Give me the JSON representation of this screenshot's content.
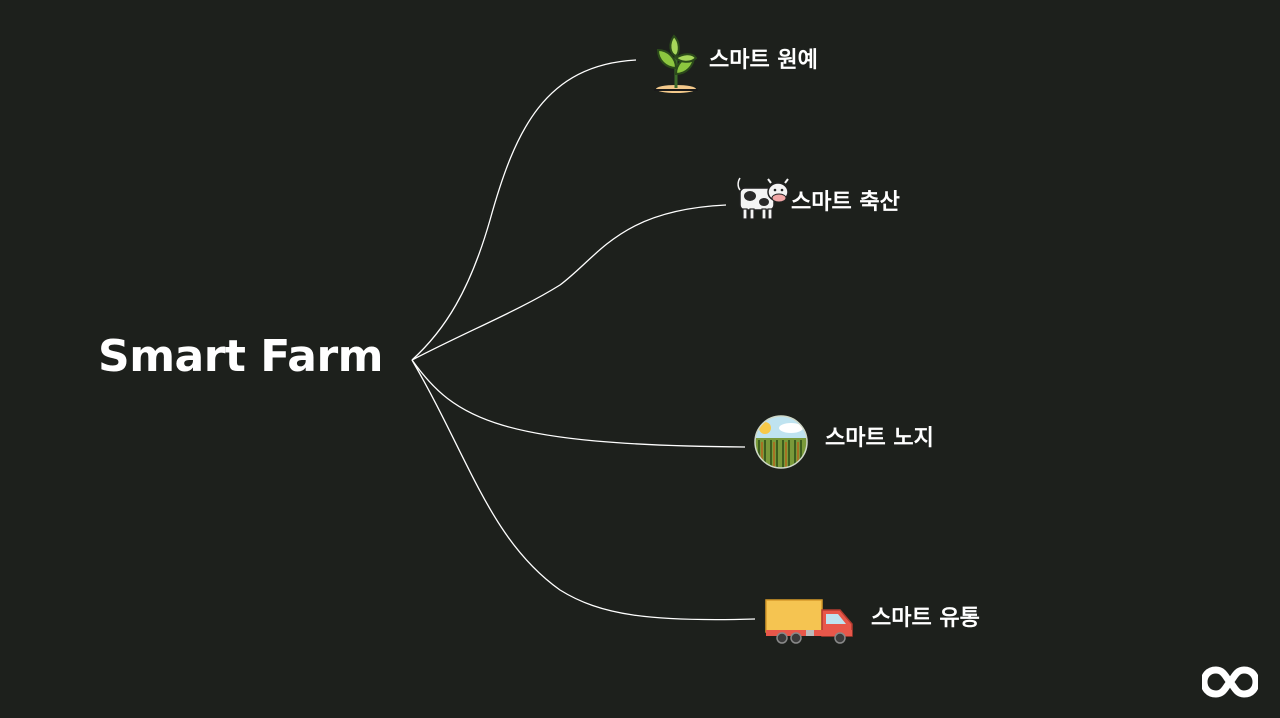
{
  "title": "Smart Farm",
  "branches": [
    {
      "label": "스마트 원예",
      "icon": "sprout-icon"
    },
    {
      "label": "스마트 축산",
      "icon": "cow-icon"
    },
    {
      "label": "스마트 노지",
      "icon": "field-icon"
    },
    {
      "label": "스마트 유통",
      "icon": "truck-icon"
    }
  ],
  "colors": {
    "background": "#1d201c",
    "line": "#ffffff",
    "text": "#ffffff"
  },
  "logo": "infinity-logo-icon"
}
